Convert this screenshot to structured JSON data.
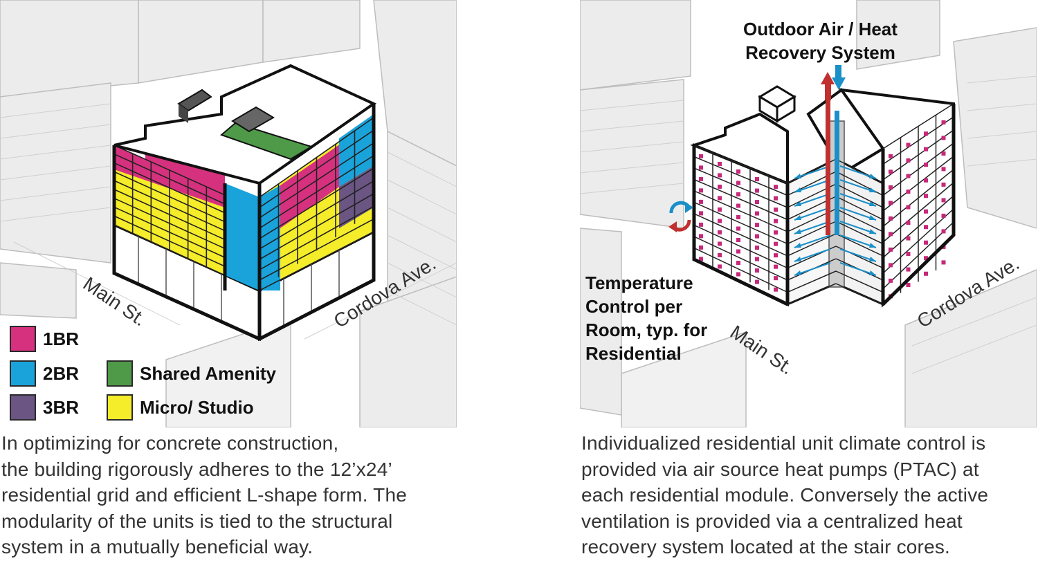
{
  "left": {
    "streets": {
      "main": "Main St.",
      "cordova": "Cordova Ave."
    },
    "legend": [
      {
        "label": "1BR",
        "color": "#d6317e"
      },
      {
        "label": "2BR",
        "color": "#1aa3db"
      },
      {
        "label": "3BR",
        "color": "#6a5583"
      },
      {
        "label": "Shared Amenity",
        "color": "#4f9a48"
      },
      {
        "label": "Micro/ Studio",
        "color": "#f5ec2a"
      }
    ],
    "caption": [
      "In optimizing for concrete construction,",
      "the building rigorously adheres to the 12’x24’",
      "residential grid and efficient L-shape form. The",
      "modularity of the units is tied to the structural",
      "system in a mutually beneficial way."
    ]
  },
  "right": {
    "streets": {
      "main": "Main St.",
      "cordova": "Cordova Ave."
    },
    "callout_top": [
      "Outdoor Air / Heat",
      "Recovery System"
    ],
    "callout_bottom": [
      "Temperature",
      "Control per",
      "Room, typ. for",
      "Residential"
    ],
    "caption": [
      "Individualized residential unit climate control is",
      "provided via air source heat pumps (PTAC) at",
      "each residential module. Conversely the active",
      "ventilation is provided via a centralized heat",
      "recovery system located at the stair cores."
    ],
    "colors": {
      "supply": "#c0302f",
      "exhaust": "#1a8fc8",
      "module": "#c6287a"
    }
  }
}
